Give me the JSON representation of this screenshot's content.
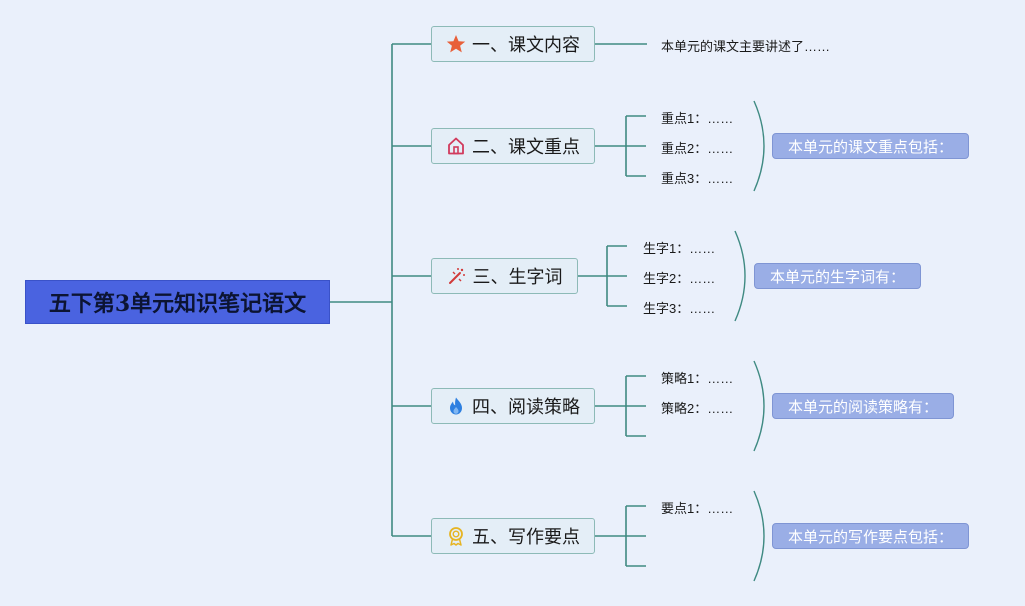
{
  "root": {
    "title": "五下第3单元知识笔记语文"
  },
  "branches": [
    {
      "label": "一、课文内容",
      "icon": "star-icon",
      "leaves": [
        "本单元的课文主要讲述了……"
      ]
    },
    {
      "label": "二、课文重点",
      "icon": "home-icon",
      "leaves": [
        "重点1：……",
        "重点2：……",
        "重点3：……"
      ],
      "summary": "本单元的课文重点包括："
    },
    {
      "label": "三、生字词",
      "icon": "magic-wand-icon",
      "leaves": [
        "生字1：……",
        "生字2：……",
        "生字3：……"
      ],
      "summary": "本单元的生字词有："
    },
    {
      "label": "四、阅读策略",
      "icon": "flame-icon",
      "leaves": [
        "策略1：……",
        "策略2：……",
        ""
      ],
      "summary": "本单元的阅读策略有："
    },
    {
      "label": "五、写作要点",
      "icon": "award-icon",
      "leaves": [
        "要点1：……",
        "",
        ""
      ],
      "summary": "本单元的写作要点包括："
    }
  ],
  "colors": {
    "background": "#eaf0fb",
    "connector": "#3f8a82",
    "root_fill": "#4a63e0",
    "summary_fill": "#9aaee6"
  }
}
